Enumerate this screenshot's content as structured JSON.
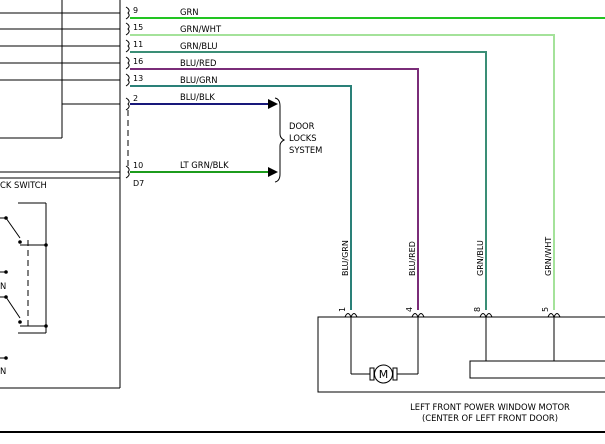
{
  "colors": {
    "grn": "#22c422",
    "grn_wht": "#a4e29a",
    "grn_blu": "#3a8e76",
    "blu_red": "#7a2c78",
    "blu_grn": "#2a8078",
    "blu_blk": "#18187a",
    "lt_grn_blk": "#1c9c1c"
  },
  "wires": [
    {
      "pin": "9",
      "label": "GRN"
    },
    {
      "pin": "15",
      "label": "GRN/WHT"
    },
    {
      "pin": "11",
      "label": "GRN/BLU"
    },
    {
      "pin": "16",
      "label": "BLU/RED"
    },
    {
      "pin": "13",
      "label": "BLU/GRN"
    },
    {
      "pin": "2",
      "label": "BLU/BLK"
    },
    {
      "pin": "10",
      "label": "LT GRN/BLK"
    }
  ],
  "connector_id": "D7",
  "door_locks": [
    "DOOR",
    "LOCKS",
    "SYSTEM"
  ],
  "lock_switch_label": "CK SWITCH",
  "switch_marks": [
    "N",
    "N"
  ],
  "motor": {
    "symbol": "M",
    "pins": [
      "1",
      "4",
      "8",
      "5"
    ],
    "wire_labels": [
      "BLU/GRN",
      "BLU/RED",
      "GRN/BLU",
      "GRN/WHT"
    ],
    "title_line1": "LEFT FRONT POWER WINDOW MOTOR",
    "title_line2": "(CENTER OF LEFT FRONT DOOR)"
  }
}
